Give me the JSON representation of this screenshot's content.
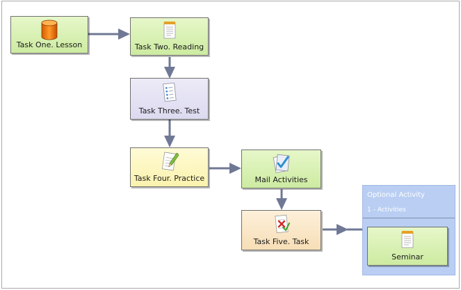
{
  "nodes": {
    "task_one": {
      "label": "Task One. Lesson",
      "icon": "database-icon"
    },
    "task_two": {
      "label": "Task Two. Reading",
      "icon": "notepad-icon"
    },
    "task_three": {
      "label": "Task Three. Test",
      "icon": "checklist-icon"
    },
    "task_four": {
      "label": "Task Four. Practice",
      "icon": "document-pencil-icon"
    },
    "mail_activities": {
      "label": "Mail Activities",
      "icon": "checkmark-document-icon"
    },
    "task_five": {
      "label": "Task Five. Task",
      "icon": "document-x-icon"
    },
    "seminar": {
      "label": "Seminar",
      "icon": "notepad-icon"
    }
  },
  "optional_activity": {
    "title": "Optional Activity",
    "subtitle": "1 - Activities"
  },
  "colors": {
    "green_node": "#d6efb0",
    "purple_node": "#e3e1f4",
    "yellow_node": "#fcf5bf",
    "tan_node": "#f9e6c6",
    "connector": "#6f7895",
    "optional_panel": "#b9cef2"
  }
}
